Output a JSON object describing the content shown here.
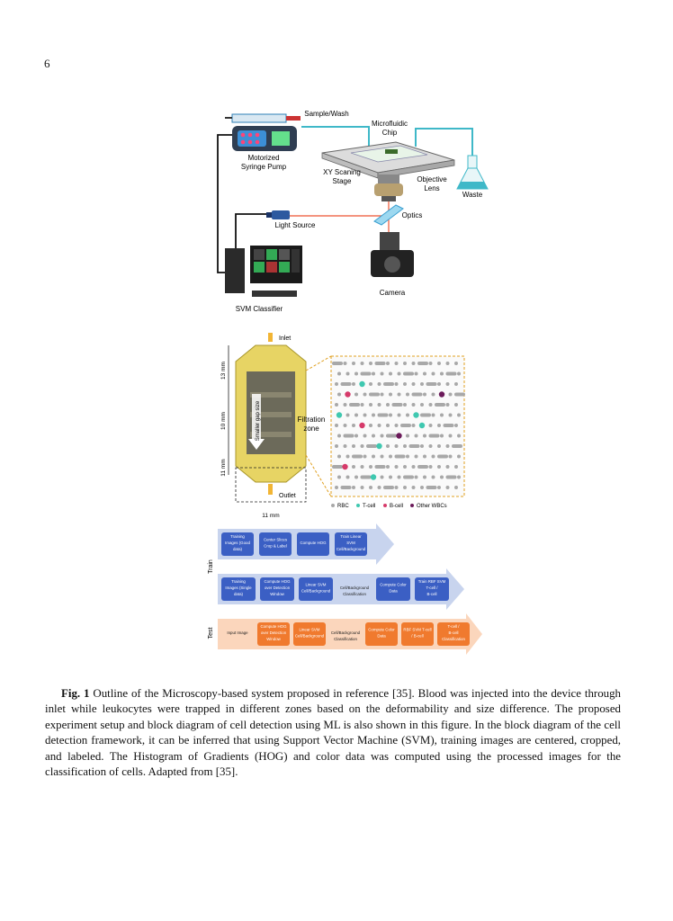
{
  "page_number": "6",
  "setup": {
    "sample_wash": "Sample/Wash",
    "chip_1": "Microfluidic",
    "chip_2": "Chip",
    "pump_1": "Motorized",
    "pump_2": "Syringe Pump",
    "stage_1": "XY Scaning",
    "stage_2": "Stage",
    "lens_1": "Objective",
    "lens_2": "Lens",
    "waste": "Waste",
    "optics": "Optics",
    "light": "Light Source",
    "camera": "Camera",
    "svm": "SVM Classifier"
  },
  "device": {
    "inlet": "Inlet",
    "outlet": "Outlet",
    "dim_top": "13 mm",
    "dim_mid": "10 mm",
    "dim_bot": "11 mm",
    "dim_width": "11 mm",
    "arrow_label": "Smaller gap size",
    "zone_1": "Filtration",
    "zone_2": "zone",
    "legend": [
      "RBC",
      "T-cell",
      "B-cell",
      "Other WBCs"
    ],
    "legend_colors": [
      "#a8a8a8",
      "#3fc8b0",
      "#d63a6a",
      "#6b1a5a"
    ]
  },
  "blocks": {
    "train_label": "Train",
    "test_label": "Test",
    "row1": [
      "Training Images (Good data)",
      "Center Slices Crop & Label",
      "Compute HOG",
      "Train Linear SVM Cell/Background"
    ],
    "row2": [
      "Training Images (Single data)",
      "Compute HOG over Detection Window",
      "Linear SVM Cell/Background",
      "Cell/Background Classification",
      "Compute Color Data",
      "Train RBF SVM T-cell / B-cell"
    ],
    "row3": [
      "Input Image",
      "Compute HOG over Detection Window",
      "Linear SVM Cell/Background",
      "Cell/Background Classification",
      "Compute Color Data",
      "RBF SVM T-cell / B-cell",
      "T-cell / B-cell Classification"
    ],
    "blue": "#3b5fc4",
    "orange": "#f07a2e"
  },
  "caption": {
    "label": "Fig. 1",
    "text": " Outline of the Microscopy-based system proposed in reference [35]. Blood was injected into the device through inlet while leukocytes were trapped in different zones based on the deformability and size difference. The proposed experiment setup and block diagram of cell detection using ML is also shown in this figure. In the block diagram of the cell detection framework, it can be inferred that using Support Vector Machine (SVM), training images are centered, cropped, and labeled. The Histogram of Gradients (HOG) and color data was computed using the processed images for the classification of cells. Adapted from [35]."
  }
}
